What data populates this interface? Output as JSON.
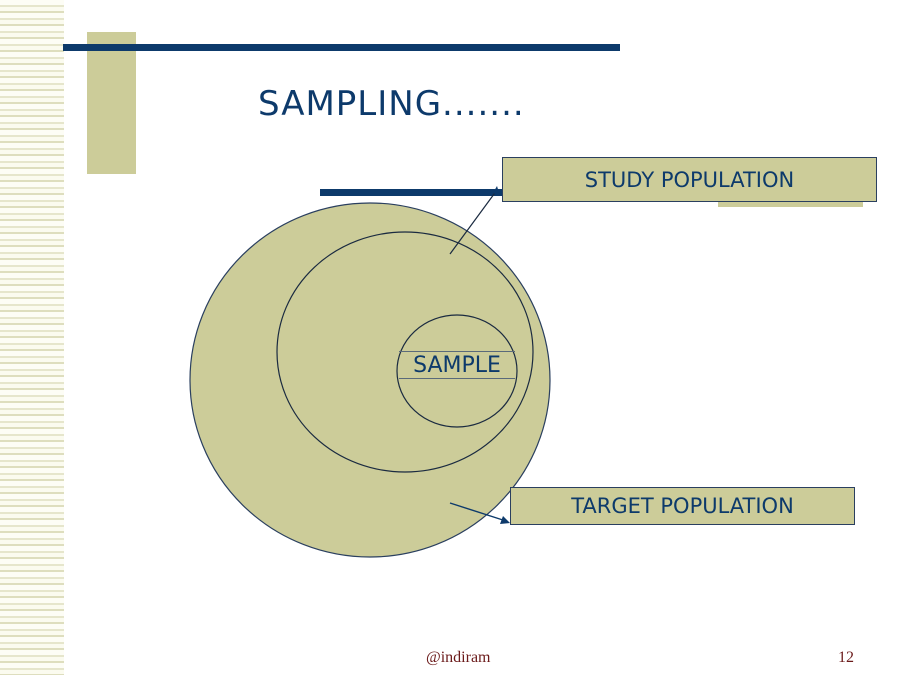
{
  "slide": {
    "title": "SAMPLING.......",
    "footer_author": "@indiram",
    "page_number": "12"
  },
  "diagram": {
    "labels": {
      "study_population": "STUDY POPULATION",
      "sample": "SAMPLE",
      "target_population": "TARGET POPULATION"
    },
    "nesting": [
      "TARGET POPULATION",
      "STUDY POPULATION",
      "SAMPLE"
    ]
  },
  "colors": {
    "accent_navy": "#0d3a6b",
    "fill_khaki": "#cccc99",
    "footer_text": "#6b1a1a"
  }
}
